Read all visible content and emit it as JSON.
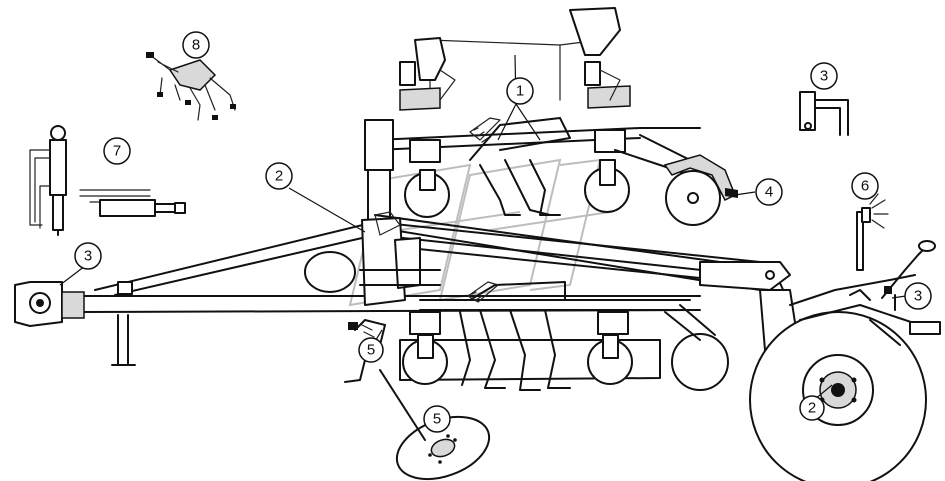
{
  "callouts": [
    {
      "id": "c1",
      "label": "1"
    },
    {
      "id": "c2a",
      "label": "2"
    },
    {
      "id": "c2b",
      "label": "2"
    },
    {
      "id": "c3a",
      "label": "3"
    },
    {
      "id": "c3b",
      "label": "3"
    },
    {
      "id": "c3c",
      "label": "3"
    },
    {
      "id": "c4",
      "label": "4"
    },
    {
      "id": "c5a",
      "label": "5"
    },
    {
      "id": "c5b",
      "label": "5"
    },
    {
      "id": "c6",
      "label": "6"
    },
    {
      "id": "c7",
      "label": "7"
    },
    {
      "id": "c8",
      "label": "8"
    }
  ]
}
